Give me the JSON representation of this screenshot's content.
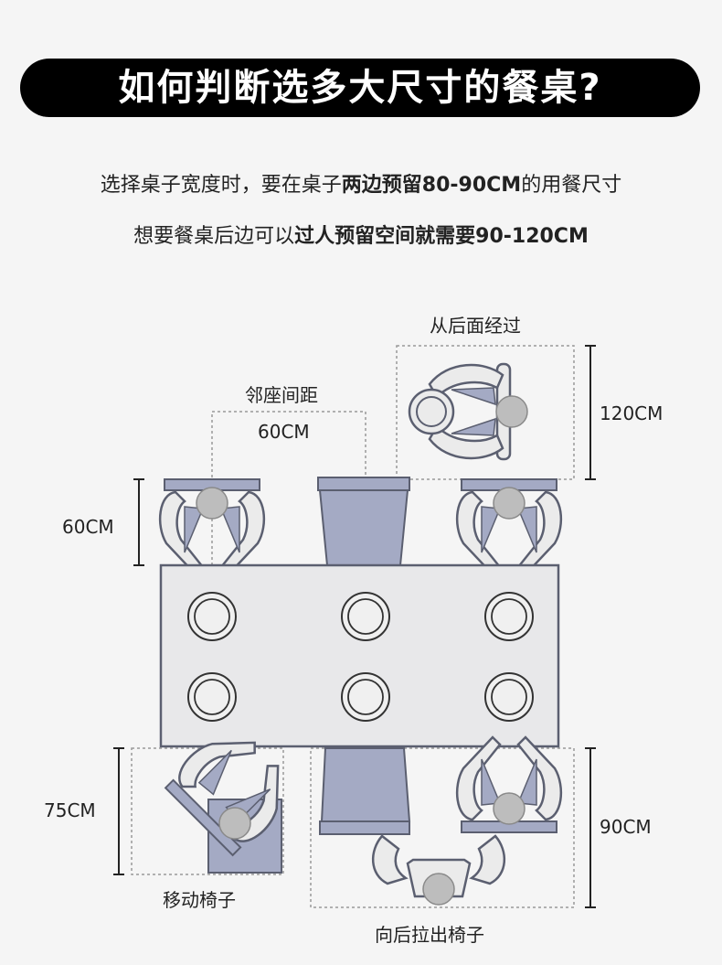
{
  "title": "如何判断选多大尺寸的餐桌?",
  "line1": {
    "pre": "选择桌子宽度时，要在桌子",
    "bold": "两边预留80-90CM",
    "post": "的用餐尺寸"
  },
  "line2": {
    "pre": "想要餐桌后边可以",
    "bold": "过人预留空间就需要90-120CM"
  },
  "labels": {
    "pass_behind": "从后面经过",
    "pass_behind_dim": "120CM",
    "adjacent_spacing": "邻座间距",
    "adjacent_dim": "60CM",
    "left_dim": "60CM",
    "move_chair_dim": "75CM",
    "move_chair": "移动椅子",
    "pull_out_dim": "90CM",
    "pull_out": "向后拉出椅子"
  },
  "colors": {
    "chair_blue": "#a4aac4",
    "chair_light": "#ebebeb",
    "head": "#bdbdbd",
    "outline": "#5b5f70",
    "table": "#e8e8ea"
  }
}
